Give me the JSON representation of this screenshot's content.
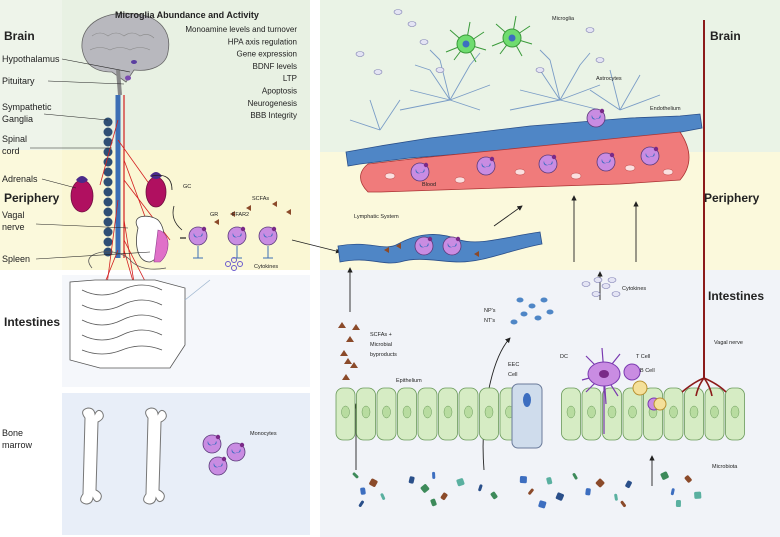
{
  "panel_left": {
    "brain_title": "Brain",
    "periphery_title": "Periphery",
    "intestines_title": "Intestines",
    "organ_labels": {
      "hypothalamus": "Hypothalamus",
      "pituitary": "Pituitary",
      "sympathetic_1": "Sympathetic",
      "sympathetic_2": "Ganglia",
      "spinal_1": "Spinal",
      "spinal_2": "cord",
      "adrenals": "Adrenals",
      "vagal_1": "Vagal",
      "vagal_2": "nerve",
      "spleen": "Spleen",
      "bone_1": "Bone",
      "bone_2": "marrow",
      "monocytes": "Monocytes"
    },
    "microglia_box": {
      "title": "Microglia Abundance and Activity",
      "items": [
        "Monoamine levels and turnover",
        "HPA axis regulation",
        "Gene expression",
        "BDNF levels",
        "LTP",
        "Apoptosis",
        "Neurogenesis",
        "BBB Integrity"
      ]
    },
    "periphery_labels": {
      "gc": "GC",
      "scfas": "SCFAs",
      "gr": "GR",
      "ffar2": "FFAR2",
      "cytokines": "Cytokines"
    }
  },
  "panel_right": {
    "brain_title": "Brain",
    "periphery_title": "Periphery",
    "intestines_title": "Intestines",
    "labels": {
      "microglia": "Microglia",
      "astrocytes": "Astrocytes",
      "endothelium": "Endothelium",
      "blood": "Blood",
      "lymphatic": "Lymphatic System",
      "cytokines": "Cytokines",
      "nps": "NP's",
      "nts": "NT's",
      "scfas_1": "SCFAs +",
      "scfas_2": "Microbial",
      "scfas_3": "byproducts",
      "eec_1": "EEC",
      "eec_2": "Cell",
      "dc": "DC",
      "tcell": "T Cell",
      "bcell": "B Cell",
      "vagal": "Vagal nerve",
      "epithelium": "Epithelium",
      "microbiota": "Microbiota"
    }
  },
  "colors": {
    "brain_bg": "#eef4ea",
    "periphery_bg": "#fbf9dc",
    "intestine_bg": "#eef2f8",
    "vessel_blue": "#4f86c6",
    "blood_red": "#f07b7b",
    "nerve_red": "#d32020",
    "cell_purple": "#c88be0",
    "epithelium_green": "#d6ecc4",
    "microglia_green": "#6fdc6f"
  }
}
